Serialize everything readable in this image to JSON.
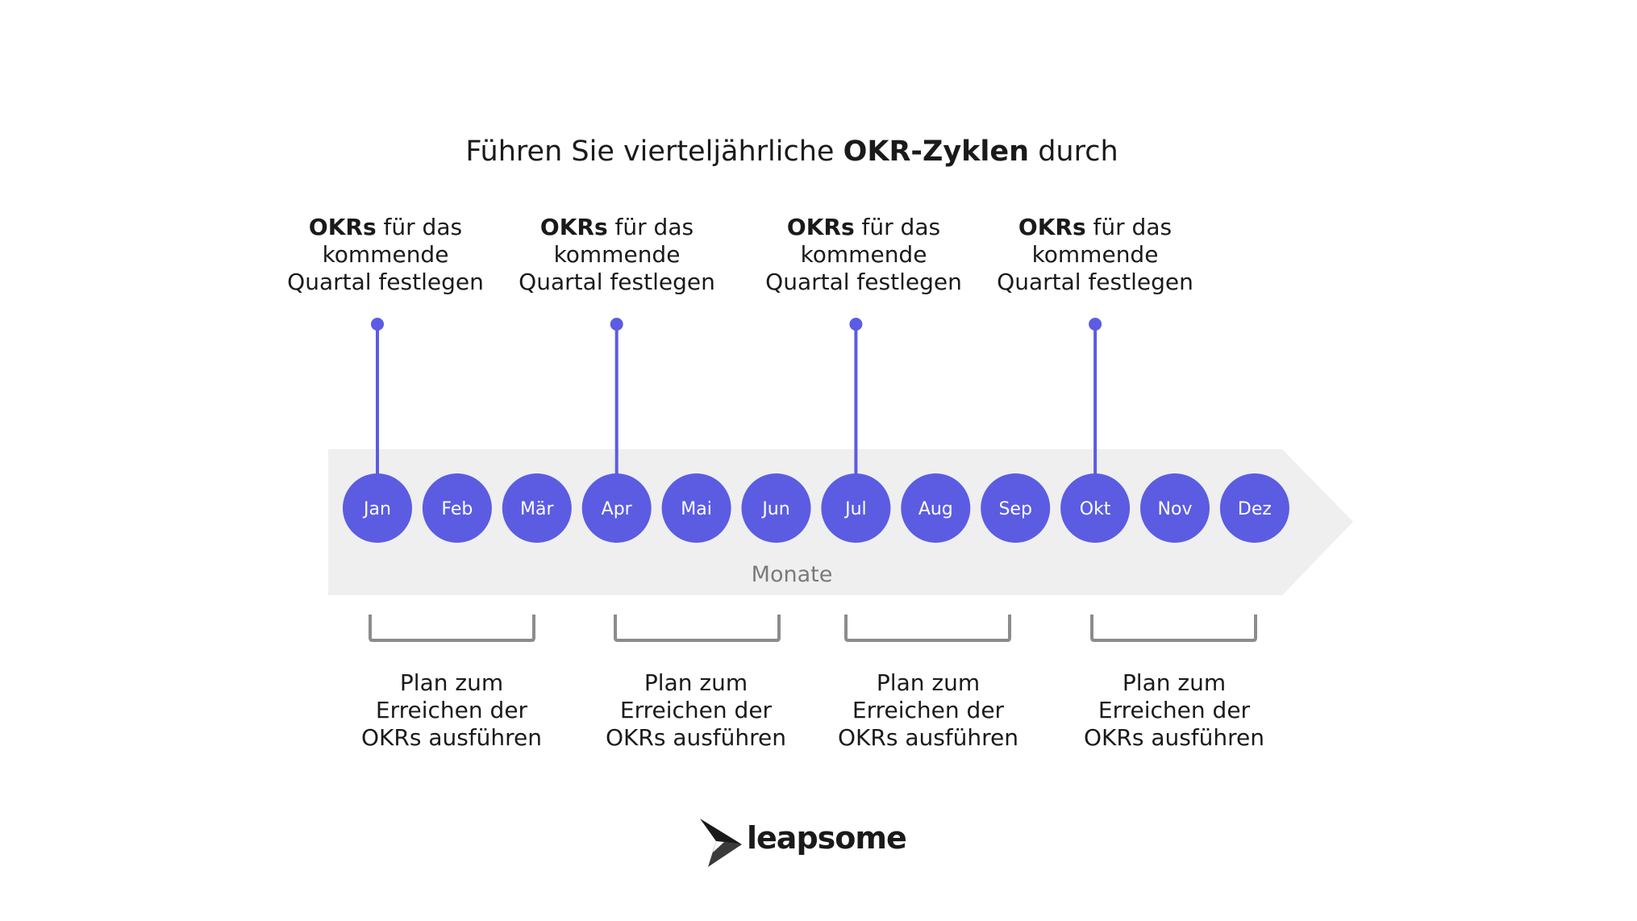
{
  "title": {
    "prefix": "Führen Sie vierteljährliche ",
    "bold": "OKR-Zyklen",
    "suffix": " durch"
  },
  "axis_label": "Monate",
  "months": [
    "Jan",
    "Feb",
    "Mär",
    "Apr",
    "Mai",
    "Jun",
    "Jul",
    "Aug",
    "Sep",
    "Okt",
    "Nov",
    "Dez"
  ],
  "milestones": [
    {
      "month": "Jan",
      "bold": "OKRs",
      "line1_rest": " für das",
      "line2": "kommende",
      "line3": "Quartal festlegen"
    },
    {
      "month": "Apr",
      "bold": "OKRs",
      "line1_rest": " für das",
      "line2": "kommende",
      "line3": "Quartal festlegen"
    },
    {
      "month": "Jul",
      "bold": "OKRs",
      "line1_rest": " für das",
      "line2": "kommende",
      "line3": "Quartal festlegen"
    },
    {
      "month": "Okt",
      "bold": "OKRs",
      "line1_rest": " für das",
      "line2": "kommende",
      "line3": "Quartal festlegen"
    }
  ],
  "phases": [
    {
      "line1": "Plan zum",
      "line2": "Erreichen der",
      "line3": "OKRs ausführen"
    },
    {
      "line1": "Plan zum",
      "line2": "Erreichen der",
      "line3": "OKRs ausführen"
    },
    {
      "line1": "Plan zum",
      "line2": "Erreichen der",
      "line3": "OKRs ausführen"
    },
    {
      "line1": "Plan zum",
      "line2": "Erreichen der",
      "line3": "OKRs ausführen"
    }
  ],
  "logo": {
    "text": "leapsome"
  },
  "colors": {
    "accent": "#5b5ce2",
    "band": "#efefef",
    "bracket": "#8c8c8c",
    "text": "#1a1a1a",
    "muted": "#7a7a7a"
  }
}
